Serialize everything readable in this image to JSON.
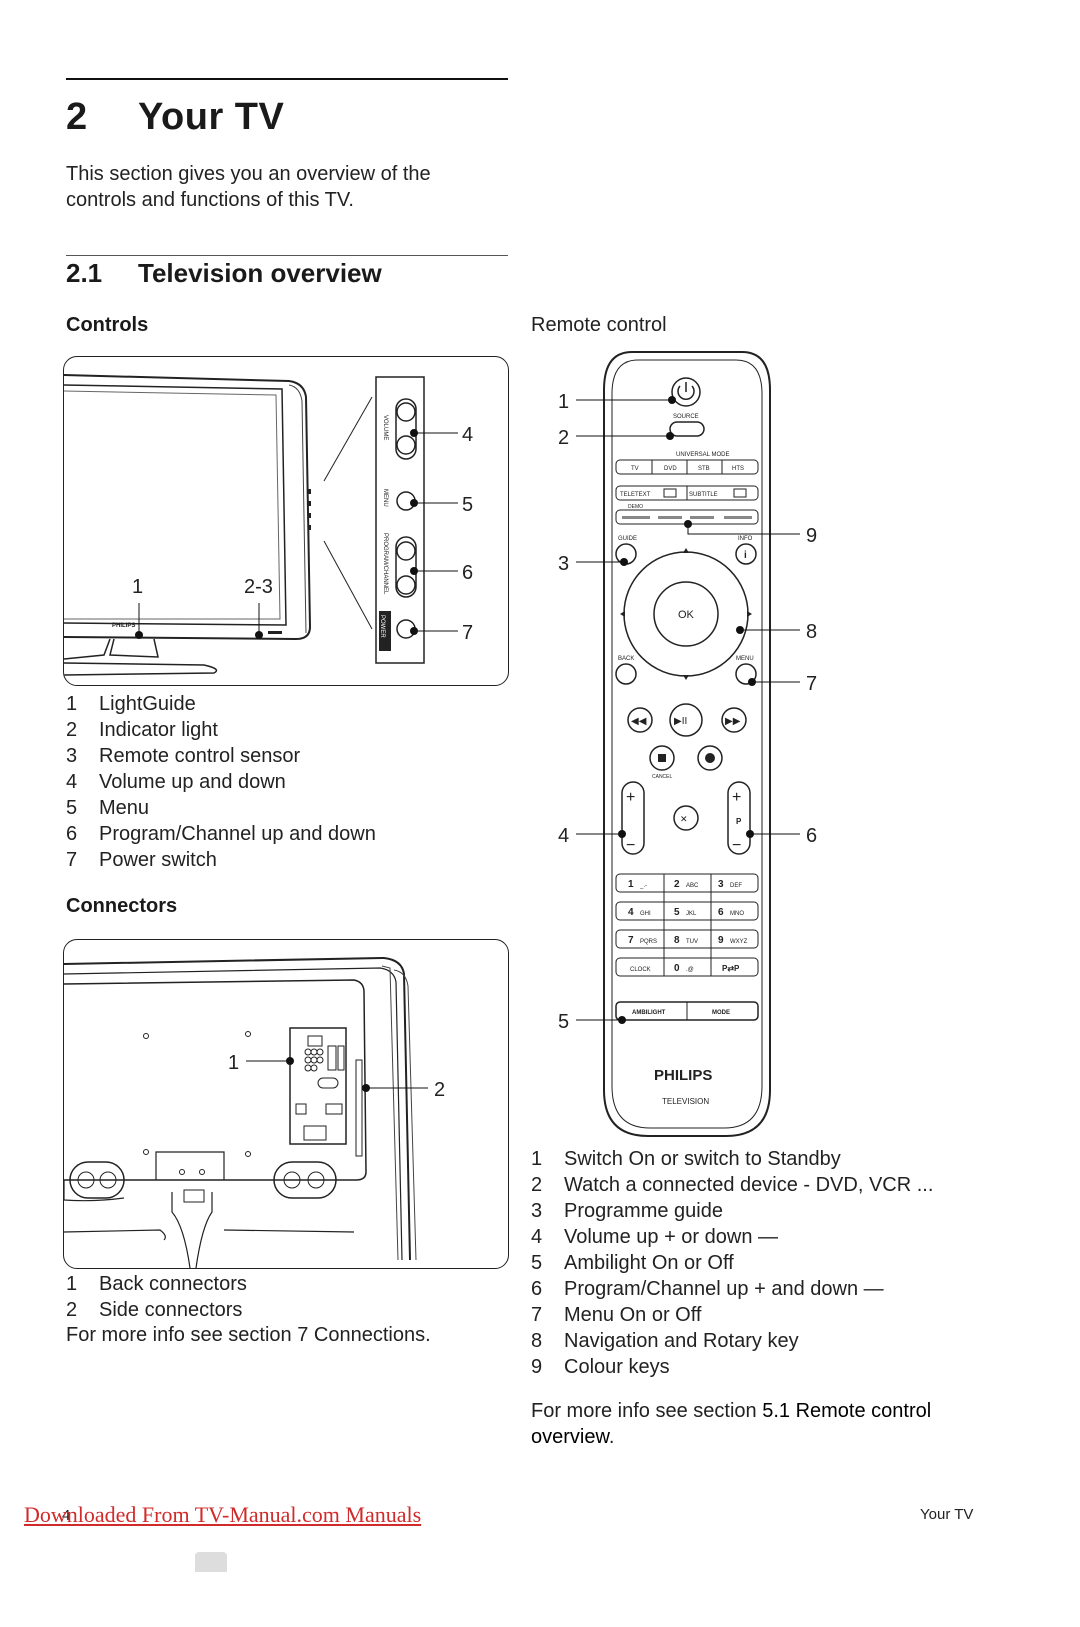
{
  "chapter": {
    "number": "2",
    "title": "Your TV"
  },
  "intro": "This section gives you an overview of the controls and functions of this TV.",
  "section": {
    "number": "2.1",
    "title": "Television overview"
  },
  "controls": {
    "heading": "Controls",
    "callouts": {
      "c1": "1",
      "c23": "2-3",
      "c4": "4",
      "c5": "5",
      "c6": "6",
      "c7": "7"
    },
    "panel_labels": {
      "volume": "VOLUME",
      "menu": "MENU",
      "program": "PROGRAM/CHANNEL",
      "power": "POWER",
      "brand": "PHILIPS"
    },
    "items": [
      {
        "n": "1",
        "label": "LightGuide"
      },
      {
        "n": "2",
        "label": "Indicator light"
      },
      {
        "n": "3",
        "label": "Remote control sensor"
      },
      {
        "n": "4",
        "label": "Volume up and down"
      },
      {
        "n": "5",
        "label": "Menu"
      },
      {
        "n": "6",
        "label": "Program/Channel up and down"
      },
      {
        "n": "7",
        "label": "Power switch"
      }
    ]
  },
  "connectors": {
    "heading": "Connectors",
    "callouts": {
      "c1": "1",
      "c2": "2"
    },
    "items": [
      {
        "n": "1",
        "label": "Back connectors"
      },
      {
        "n": "2",
        "label": "Side connectors"
      }
    ],
    "note": "For more info see section 7 Connections."
  },
  "remote": {
    "heading": "Remote control",
    "callouts": {
      "c1": "1",
      "c2": "2",
      "c3": "3",
      "c4": "4",
      "c5": "5",
      "c6": "6",
      "c7": "7",
      "c8": "8",
      "c9": "9"
    },
    "labels": {
      "source": "SOURCE",
      "universal_mode": "UNIVERSAL MODE",
      "tv": "TV",
      "dvd": "DVD",
      "stb": "STB",
      "hts": "HTS",
      "teletext": "TELETEXT",
      "subtitle": "SUBTITLE",
      "demo": "DEMO",
      "guide": "GUIDE",
      "info": "INFO",
      "ok": "OK",
      "back": "BACK",
      "menu": "MENU",
      "cancel": "CANCEL",
      "p": "P",
      "k1": "1",
      "k1s": "_.-",
      "k2": "2",
      "k2s": "ABC",
      "k3": "3",
      "k3s": "DEF",
      "k4": "4",
      "k4s": "GHI",
      "k5": "5",
      "k5s": "JKL",
      "k6": "6",
      "k6s": "MNO",
      "k7": "7",
      "k7s": "PQRS",
      "k8": "8",
      "k8s": "TUV",
      "k9": "9",
      "k9s": "WXYZ",
      "clock": "CLOCK",
      "k0": "0",
      "k0s": ".@",
      "pp": "P⇄P",
      "ambilight": "AMBILIGHT",
      "mode": "MODE",
      "brand": "PHILIPS",
      "brand_sub": "TELEVISION"
    },
    "items": [
      {
        "n": "1",
        "label": "Switch On or switch to Standby"
      },
      {
        "n": "2",
        "label": "Watch a connected device - DVD, VCR ..."
      },
      {
        "n": "3",
        "label": "Programme guide"
      },
      {
        "n": "4",
        "label": "Volume up + or down —"
      },
      {
        "n": "5",
        "label": "Ambilight On or Off"
      },
      {
        "n": "6",
        "label": "Program/Channel up + and down —"
      },
      {
        "n": "7",
        "label": "Menu On or Off"
      },
      {
        "n": "8",
        "label": "Navigation and Rotary key"
      },
      {
        "n": "9",
        "label": "Colour keys"
      }
    ],
    "note_prefix": "For more info see section ",
    "note_link": "5.1 Remote control overview",
    "note_suffix": "."
  },
  "footer": {
    "link": "Downloaded From TV-Manual.com Manuals",
    "page": "4",
    "right": "Your TV"
  }
}
